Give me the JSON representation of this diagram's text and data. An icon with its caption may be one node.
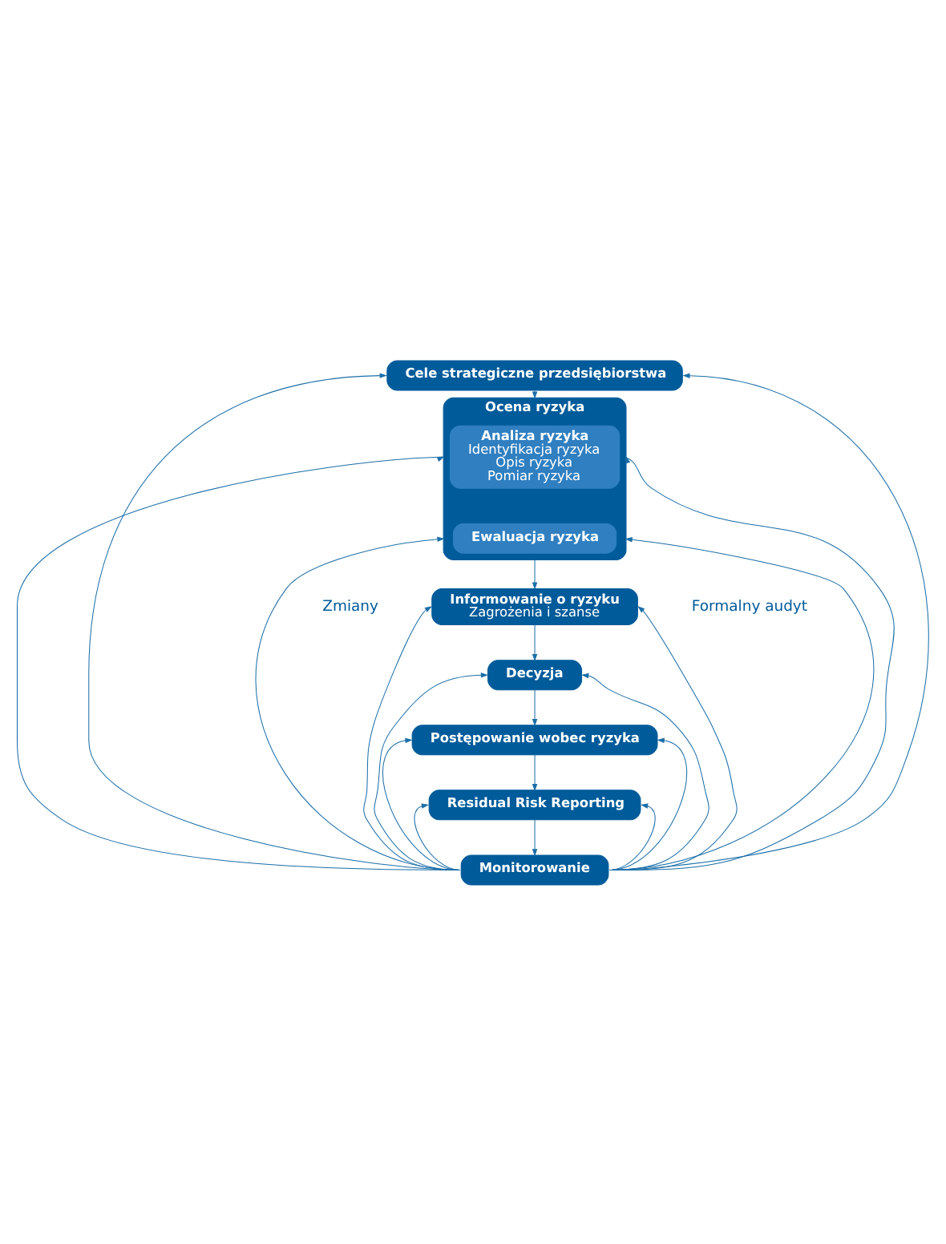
{
  "diagram": {
    "nodes": [
      {
        "text": [
          "Cele strategiczne przedsiębiorstwa"
        ]
      },
      {
        "text": [
          "Ocena ryzyka"
        ]
      },
      {
        "text": [
          "Analiza ryzyka",
          "Identyfikacja ryzyka",
          "Opis ryzyka",
          "Pomiar ryzyka"
        ],
        "in": 1
      },
      {
        "text": [
          "Ewaluacja ryzyka"
        ],
        "in": 1
      },
      {
        "text": [
          "Informowanie o ryzyku",
          "Zagrożenia i szanse"
        ]
      },
      {
        "text": [
          "Decyzja"
        ]
      },
      {
        "text": [
          "Postępowanie wobec ryzyka"
        ]
      },
      {
        "text": [
          "Residual Risk Reporting"
        ]
      },
      {
        "text": [
          "Monitorowanie"
        ]
      }
    ],
    "edges": [
      {
        "from": 0,
        "to": 1,
        "arrow": "to"
      },
      {
        "from": 1,
        "to": 4,
        "arrow": "to"
      },
      {
        "from": 4,
        "to": 5,
        "arrow": "to"
      },
      {
        "from": 5,
        "to": 6,
        "arrow": "to"
      },
      {
        "from": 6,
        "to": 7,
        "arrow": "to"
      },
      {
        "from": 7,
        "to": 8,
        "arrow": "to"
      },
      {
        "from": 8,
        "to": 0,
        "arrow": "to"
      },
      {
        "from": 8,
        "to": 1,
        "arrow": "to"
      },
      {
        "from": 8,
        "to": 1,
        "arrow": "to"
      },
      {
        "from": 8,
        "to": 4,
        "arrow": "to"
      },
      {
        "from": 8,
        "to": 5,
        "arrow": "to"
      },
      {
        "from": 8,
        "to": 6,
        "arrow": "to"
      },
      {
        "from": 8,
        "to": 7,
        "arrow": "to"
      },
      {
        "from": 8,
        "to": 0,
        "arrow": "to"
      },
      {
        "from": 8,
        "to": 1,
        "arrow": "to"
      },
      {
        "from": 8,
        "to": 1,
        "arrow": "to"
      },
      {
        "from": 8,
        "to": 4,
        "arrow": "to"
      },
      {
        "from": 8,
        "to": 5,
        "arrow": "to"
      },
      {
        "from": 8,
        "to": 6,
        "arrow": "to"
      },
      {
        "from": 8,
        "to": 7,
        "arrow": "to"
      }
    ],
    "labels": [
      "Zmiany",
      "Formalny audyt"
    ]
  }
}
